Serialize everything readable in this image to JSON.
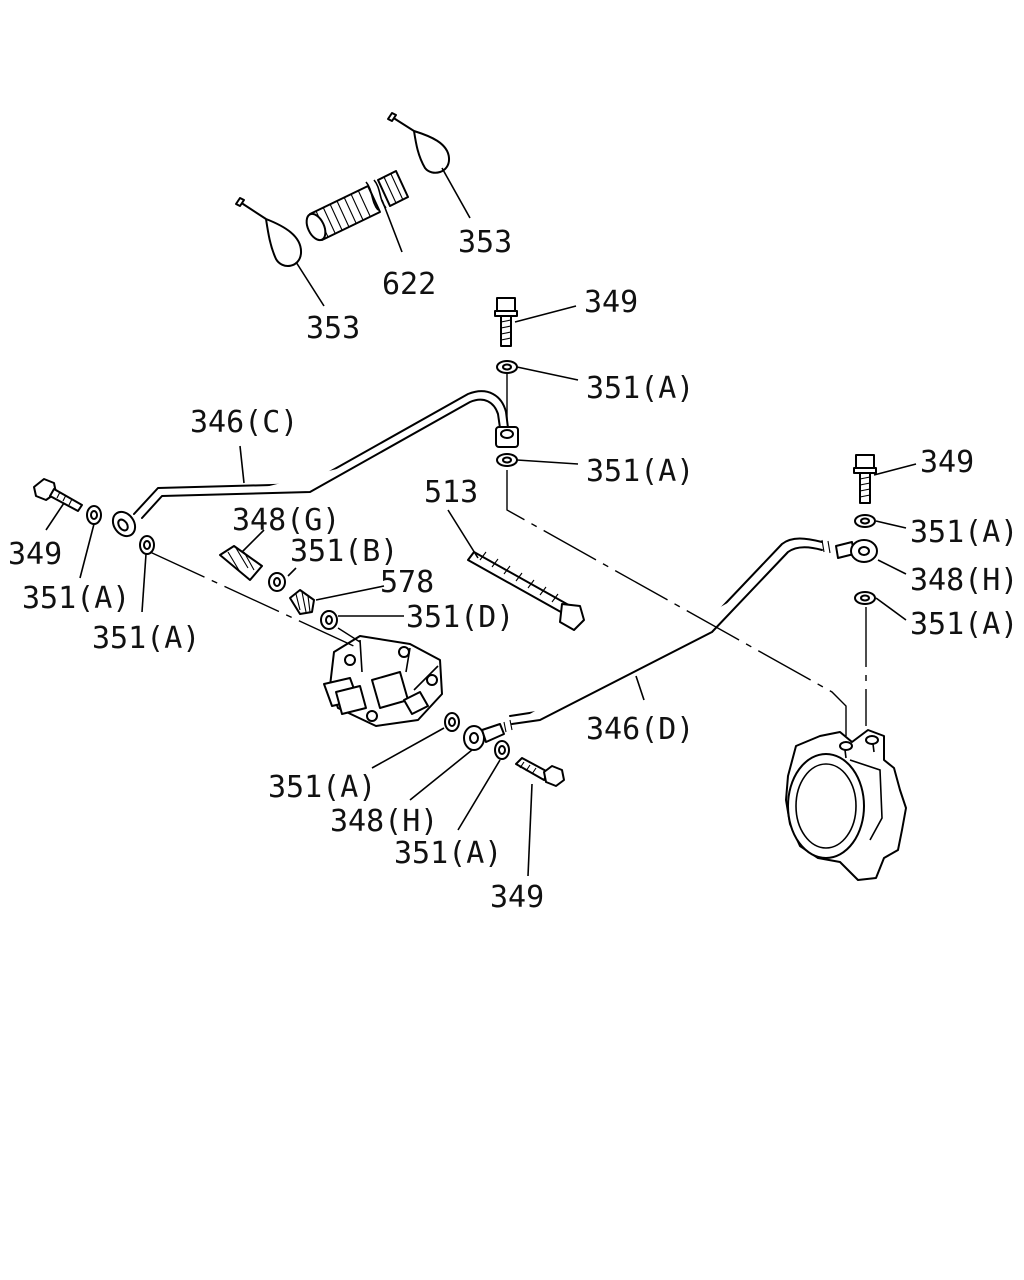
{
  "callouts": {
    "c353_top": "353",
    "c622": "622",
    "c353_left": "353",
    "c349_top": "349",
    "c351a_top1": "351(A)",
    "c346c": "346(C)",
    "c351a_top2": "351(A)",
    "c349_right": "349",
    "c513": "513",
    "c349_left": "349",
    "c348g": "348(G)",
    "c351a_right1": "351(A)",
    "c351b": "351(B)",
    "c578": "578",
    "c348h_right": "348(H)",
    "c351a_left1": "351(A)",
    "c351d": "351(D)",
    "c351a_right2": "351(A)",
    "c351a_left2": "351(A)",
    "c346d": "346(D)",
    "c351a_bottom1": "351(A)",
    "c348h_bottom": "348(H)",
    "c351a_bottom2": "351(A)",
    "c349_bottom": "349"
  }
}
